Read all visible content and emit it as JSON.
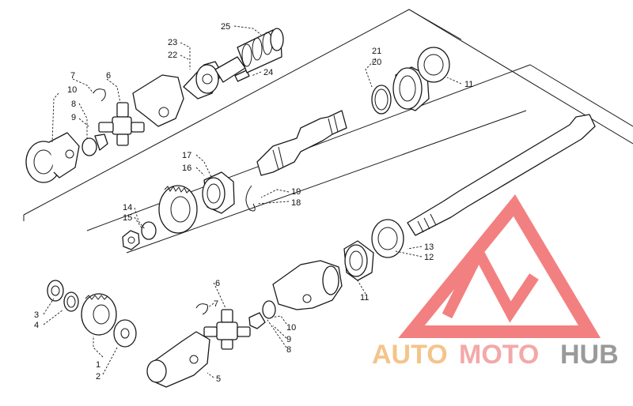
{
  "callouts": {
    "c25": "25",
    "c23": "23",
    "c22": "22",
    "c24": "24",
    "c7a": "7",
    "c6a": "6",
    "c10a": "10",
    "c8a": "8",
    "c9a": "9",
    "c21": "21",
    "c20": "20",
    "c11a": "11",
    "c17": "17",
    "c16": "16",
    "c19": "19",
    "c18": "18",
    "c14": "14",
    "c15": "15",
    "c13": "13",
    "c12": "12",
    "c11b": "11",
    "c3": "3",
    "c4": "4",
    "c1": "1",
    "c2": "2",
    "c6b": "6",
    "c7b": "7",
    "c10b": "10",
    "c9b": "9",
    "c8b": "8",
    "c5": "5"
  },
  "watermark": {
    "word_1": "AUTO",
    "word_2": "MOTO",
    "word_3": "HUB",
    "color_1": "#f4c48a",
    "color_2": "#f4a8a8",
    "color_3": "#9a9a9a",
    "logo_color": "#f26b6b"
  }
}
